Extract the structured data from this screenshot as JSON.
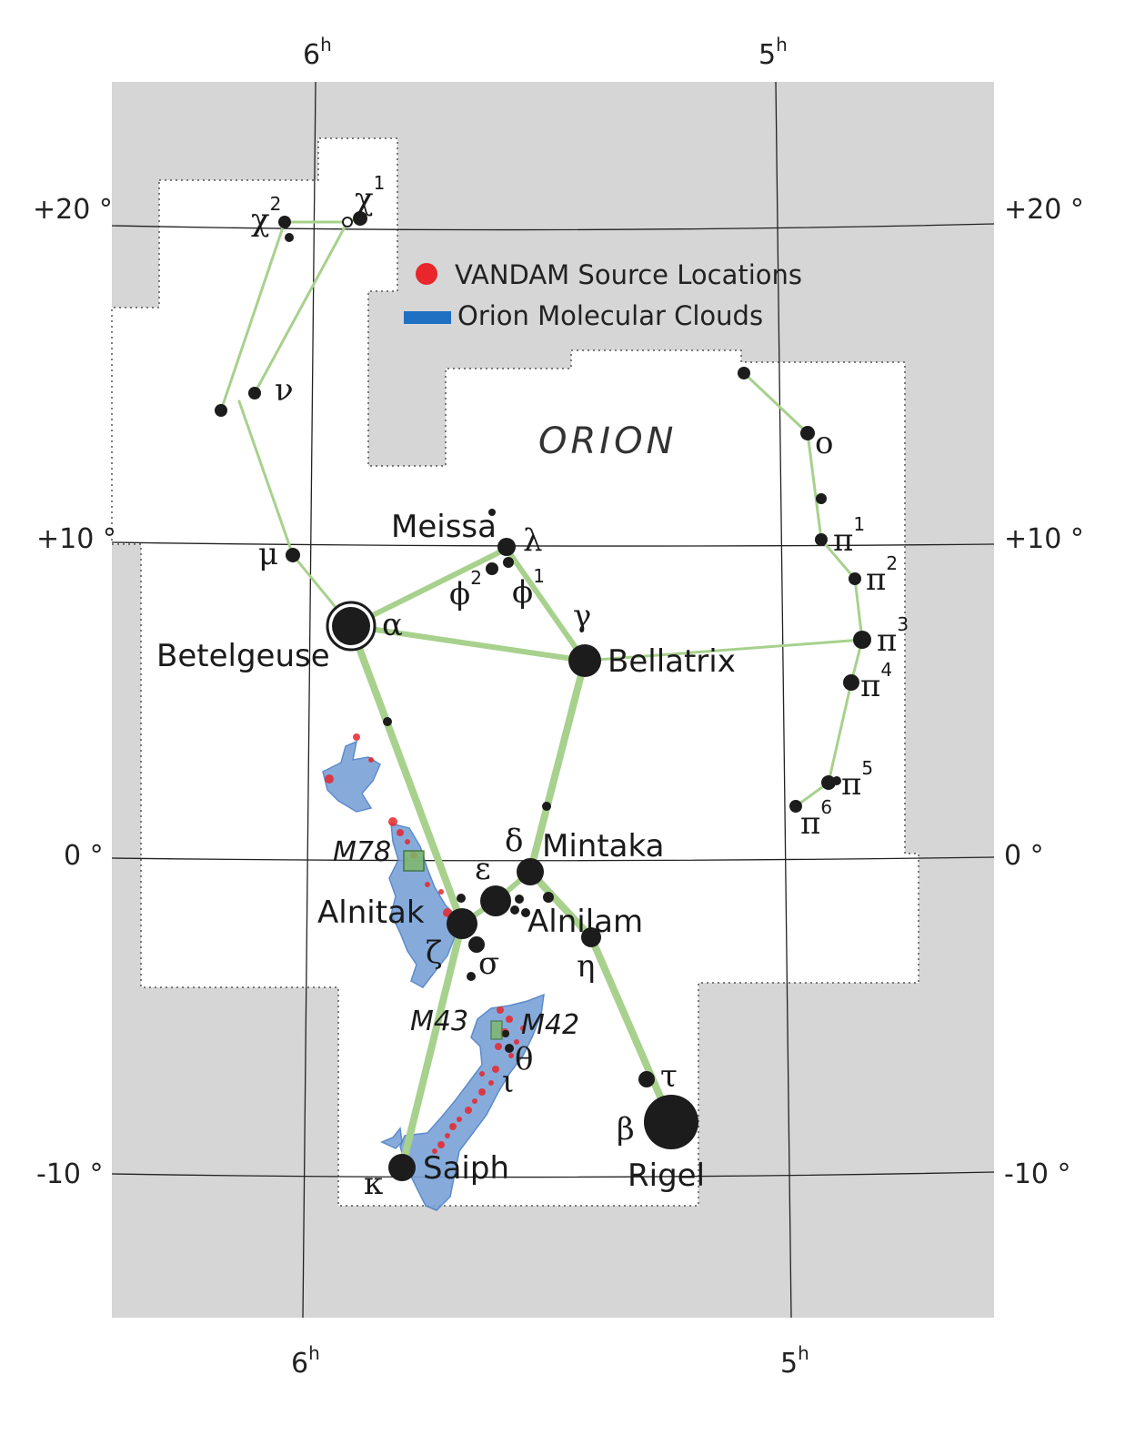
{
  "map": {
    "constellation_label": "ORION",
    "ra_labels": {
      "top_left": "6",
      "top_right": "5",
      "bottom_left": "6",
      "bottom_right": "5",
      "unit": "h"
    },
    "dec_labels": {
      "plus20": "+20 °",
      "plus10": "+10 °",
      "zero": "0 °",
      "minus10": "-10 °"
    },
    "legend": {
      "sources": "VANDAM Source Locations",
      "clouds": "Orion Molecular Clouds",
      "source_color": "#e8262b",
      "cloud_color": "#1f6fc2"
    },
    "star_names": {
      "betelgeuse": "Betelgeuse",
      "bellatrix": "Bellatrix",
      "meissa": "Meissa",
      "mintaka": "Mintaka",
      "alnitak": "Alnitak",
      "alnilam": "Alnilam",
      "saiph": "Saiph",
      "rigel": "Rigel"
    },
    "greek": {
      "alpha": "α",
      "gamma": "γ",
      "delta": "δ",
      "epsilon": "ε",
      "zeta": "ζ",
      "sigma": "σ",
      "eta": "η",
      "theta": "θ",
      "iota": "ι",
      "tau": "τ",
      "beta": "β",
      "kappa": "κ",
      "lambda": "λ",
      "mu": "μ",
      "nu": "ν",
      "omicron": "ο",
      "chi": "χ",
      "phi": "ϕ",
      "pi": "π"
    },
    "superscripts": {
      "one": "1",
      "two": "2",
      "three": "3",
      "four": "4",
      "five": "5",
      "six": "6"
    },
    "messier": {
      "m78": "M78",
      "m43": "M43",
      "m42": "M42"
    },
    "colors": {
      "background": "#d6d6d6",
      "constellation_area": "#ffffff",
      "lines": "#a7d18d",
      "stars": "#1c1c1c"
    }
  }
}
